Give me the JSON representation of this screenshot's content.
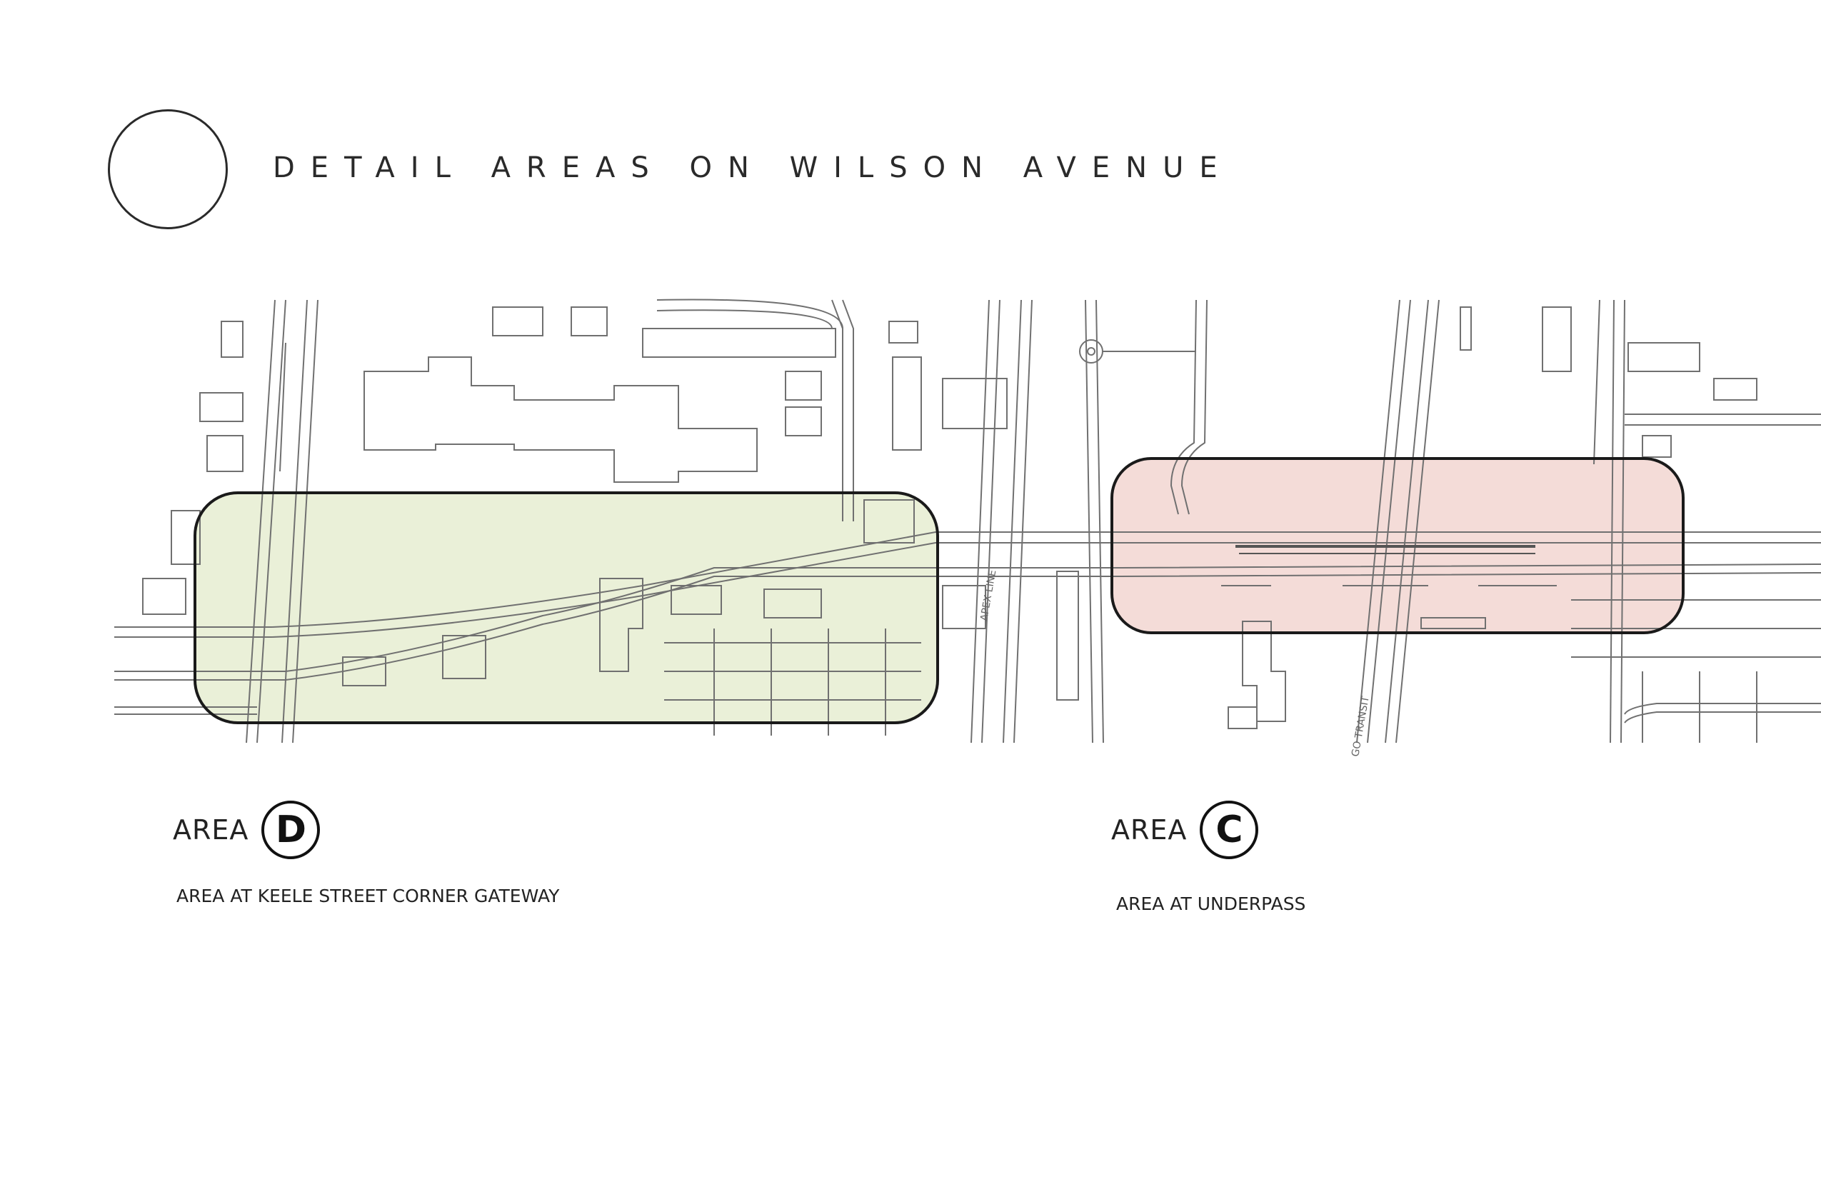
{
  "header": {
    "title": "DETAIL AREAS ON WILSON AVENUE"
  },
  "map": {
    "annotations": [
      "APEX LINE",
      "GO TRANSIT"
    ]
  },
  "areas": [
    {
      "word": "AREA",
      "letter": "D",
      "description": "AREA AT KEELE STREET CORNER GATEWAY",
      "fill_color": "#eaf0d8"
    },
    {
      "word": "AREA",
      "letter": "C",
      "description": "AREA AT UNDERPASS",
      "fill_color": "#f4dcd8"
    }
  ],
  "colors": {
    "linework": "#707070",
    "outline": "#1a1a1a"
  }
}
